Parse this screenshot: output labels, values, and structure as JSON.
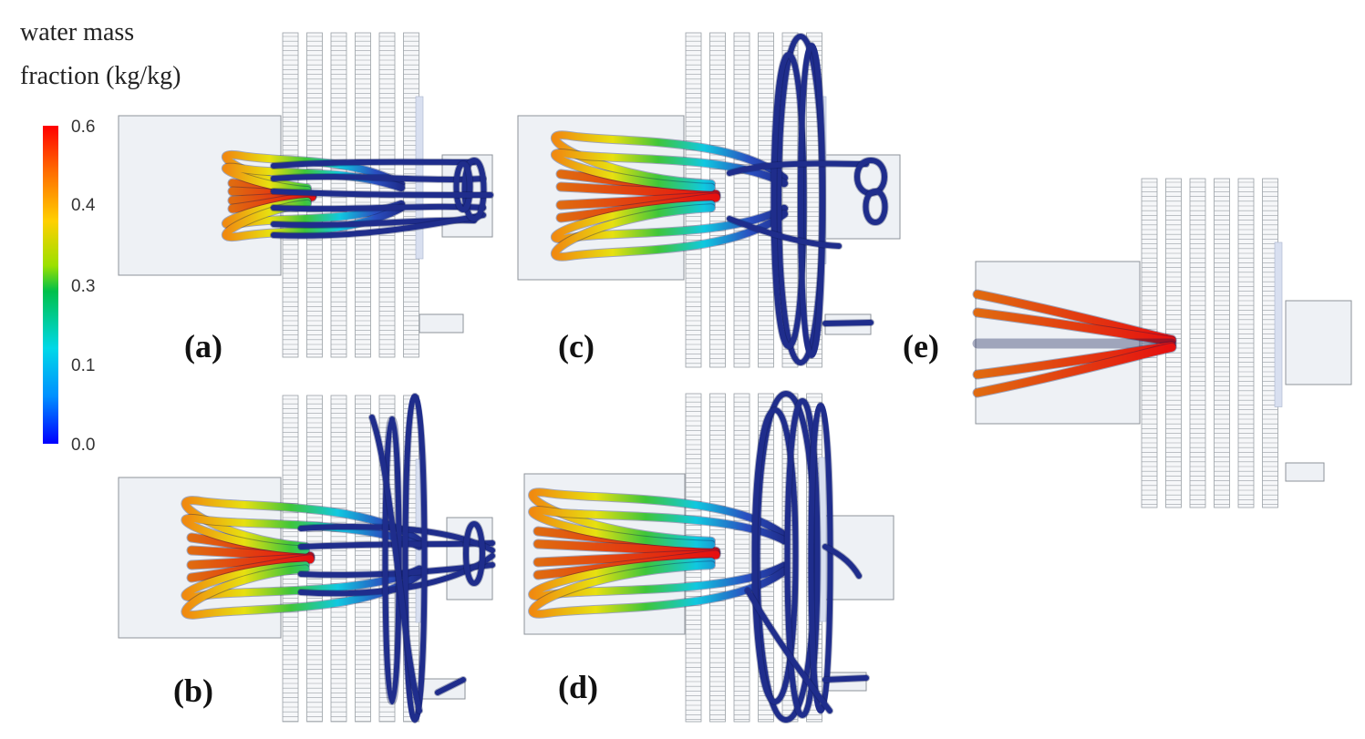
{
  "legend": {
    "title_line1": "water mass",
    "title_line2": "fraction (kg/kg)",
    "ticks": [
      "0.6",
      "0.4",
      "0.3",
      "0.1",
      "0.0"
    ],
    "gradient_colors": [
      "#ff0000",
      "#ff6a00",
      "#ffd000",
      "#9be000",
      "#00c04a",
      "#00d8e8",
      "#0090ff",
      "#0000ff"
    ]
  },
  "panels": [
    {
      "id": "a",
      "label": "(a)"
    },
    {
      "id": "b",
      "label": "(b)"
    },
    {
      "id": "c",
      "label": "(c)"
    },
    {
      "id": "d",
      "label": "(d)"
    },
    {
      "id": "e",
      "label": "(e)"
    }
  ],
  "colors": {
    "housing_fill": "#eef1f5",
    "housing_stroke": "#8e939a",
    "stack_line": "#9aa0a6",
    "streamline_dark": "#1f2d8c",
    "streamline_red": "#e01414"
  }
}
